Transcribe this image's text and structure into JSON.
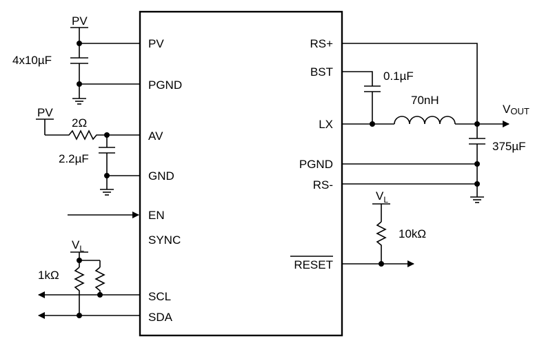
{
  "chip": {
    "left_pins": [
      "PV",
      "PGND",
      "AV",
      "GND",
      "EN",
      "SYNC",
      "SCL",
      "SDA"
    ],
    "right_pins": [
      "RS+",
      "BST",
      "LX",
      "PGND",
      "RS-",
      "RESET"
    ]
  },
  "labels": {
    "pv_top": "PV",
    "pv_left": "PV",
    "cap_input": "4x10µF",
    "res_av": "2Ω",
    "cap_av": "2.2µF",
    "cap_bst": "0.1µF",
    "inductor": "70nH",
    "vout_main": "V",
    "vout_sub": "OUT",
    "cap_out": "375µF",
    "vl_reset_main": "V",
    "vl_reset_sub": "L",
    "res_reset": "10kΩ",
    "vl_i2c_main": "V",
    "vl_i2c_sub": "L",
    "res_i2c": "1kΩ"
  }
}
